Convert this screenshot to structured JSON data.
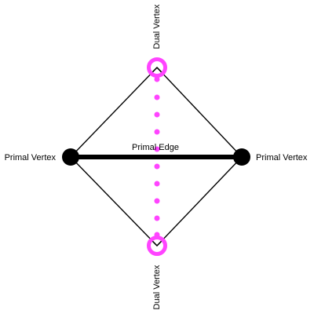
{
  "labels": {
    "dual_vertex_top": "Dual Vertex",
    "dual_vertex_bottom": "Dual Vertex",
    "primal_vertex_left": "Primal Vertex",
    "primal_vertex_right": "Primal Vertex",
    "primal_edge": "Primal Edge"
  },
  "colors": {
    "primal": "#000000",
    "dual": "#ff44ff",
    "background": "#ffffff"
  }
}
